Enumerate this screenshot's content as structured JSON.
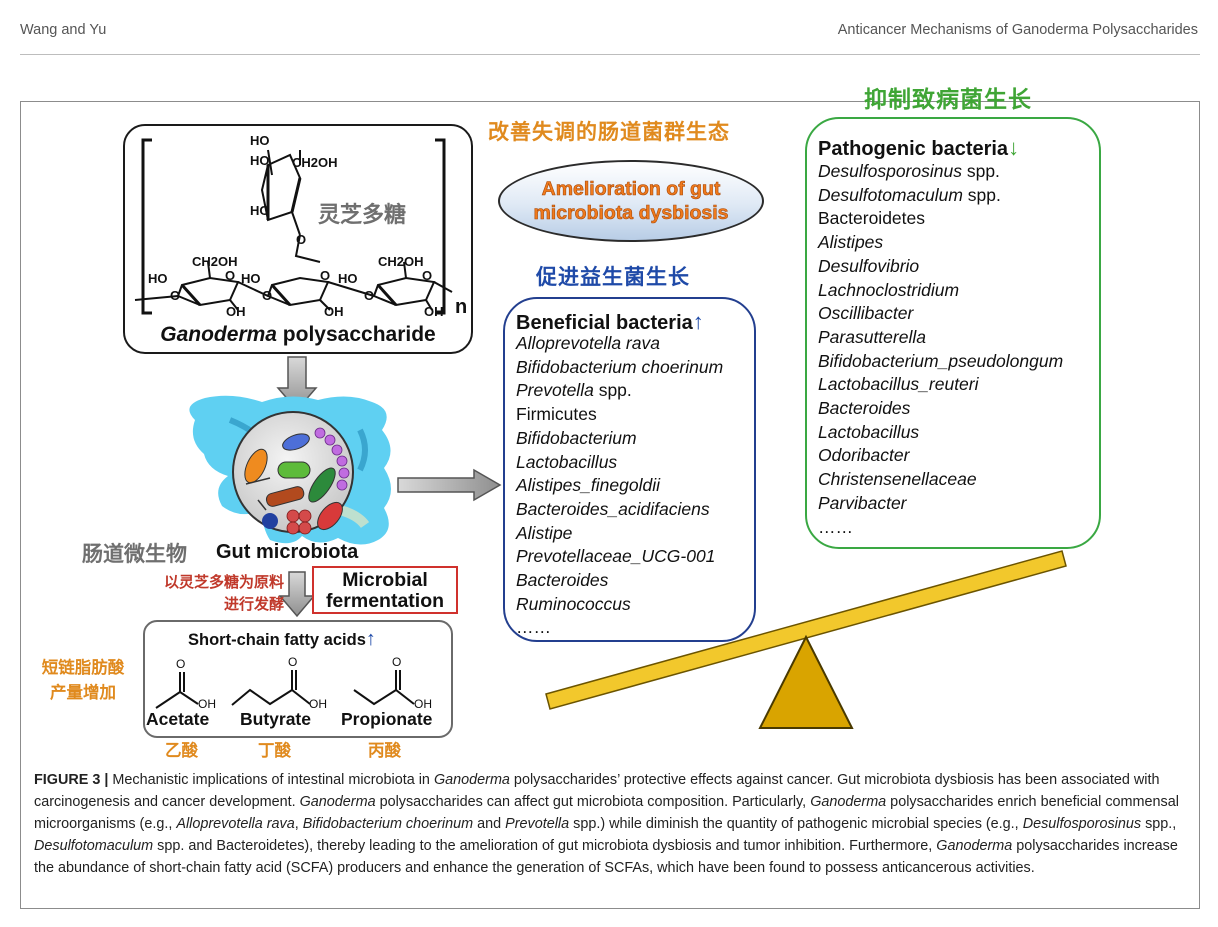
{
  "header": {
    "left": "Wang and Yu",
    "right": "Anticancer Mechanisms of Ganoderma Polysaccharides"
  },
  "figure": {
    "top_center_zh": "改善失调的肠道菌群生态",
    "ellipse_line1": "Amelioration of gut",
    "ellipse_line2": "microbiota dysbiosis",
    "polysaccharide": {
      "zh_label": "灵芝多糖",
      "label_italic": "Ganoderma",
      "label_rest": " polysaccharide",
      "subscript_n": "n",
      "atoms": {
        "ho": "HO",
        "oh": "OH",
        "ch2oh": "CH2OH",
        "o": "O"
      }
    },
    "beneficial": {
      "zh_title": "促进益生菌生长",
      "heading": "Beneficial bacteria",
      "arrow": "↑",
      "items": [
        {
          "text": "Alloprevotella rava",
          "italic": true
        },
        {
          "text": "Bifidobacterium choerinum",
          "italic": true
        },
        {
          "text": "Prevotella",
          "italic": true,
          "suffix": " spp."
        },
        {
          "text": "Firmicutes",
          "italic": false
        },
        {
          "text": "Bifidobacterium",
          "italic": true
        },
        {
          "text": "Lactobacillus",
          "italic": true
        },
        {
          "text": "Alistipes_finegoldii",
          "italic": true
        },
        {
          "text": "Bacteroides_acidifaciens",
          "italic": true
        },
        {
          "text": "Alistipe",
          "italic": true
        },
        {
          "text": "Prevotellaceae_UCG-001",
          "italic": true
        },
        {
          "text": "Bacteroides",
          "italic": true
        },
        {
          "text": "Ruminococcus",
          "italic": true
        },
        {
          "text": "……",
          "italic": false
        }
      ]
    },
    "pathogenic": {
      "zh_title": "抑制致病菌生长",
      "heading": "Pathogenic bacteria",
      "arrow": "↓",
      "items": [
        {
          "text": "Desulfosporosinus",
          "italic": true,
          "suffix": " spp."
        },
        {
          "text": "Desulfotomaculum",
          "italic": true,
          "suffix": " spp."
        },
        {
          "text": "Bacteroidetes",
          "italic": false
        },
        {
          "text": "Alistipes",
          "italic": true
        },
        {
          "text": "Desulfovibrio",
          "italic": true
        },
        {
          "text": "Lachnoclostridium",
          "italic": true
        },
        {
          "text": "Oscillibacter",
          "italic": true
        },
        {
          "text": "Parasutterella",
          "italic": true
        },
        {
          "text": "Bifidobacterium_pseudolongum",
          "italic": true
        },
        {
          "text": "Lactobacillus_reuteri",
          "italic": true
        },
        {
          "text": "Bacteroides",
          "italic": true
        },
        {
          "text": "Lactobacillus",
          "italic": true
        },
        {
          "text": "Odoribacter",
          "italic": true
        },
        {
          "text": "Christensenellaceae",
          "italic": true
        },
        {
          "text": "Parvibacter",
          "italic": true
        },
        {
          "text": "……",
          "italic": false
        }
      ]
    },
    "gut": {
      "zh_label": "肠道微生物",
      "label": "Gut microbiota",
      "ferment_zh_line1": "以灵芝多糖为原料",
      "ferment_zh_line2": "进行发酵",
      "micro_line1": "Microbial",
      "micro_line2": "fermentation"
    },
    "scfa": {
      "title": "Short-chain fatty acids",
      "arrow": "↑",
      "zh_side_line1": "短链脂肪酸",
      "zh_side_line2": "产量增加",
      "o": "O",
      "oh": "OH",
      "acids": [
        {
          "name": "Acetate",
          "zh": "乙酸"
        },
        {
          "name": "Butyrate",
          "zh": "丁酸"
        },
        {
          "name": "Propionate",
          "zh": "丙酸"
        }
      ]
    },
    "colors": {
      "orange": "#e08a1e",
      "blue": "#1f4aa8",
      "green": "#3fa535",
      "red": "#d0312d",
      "gut_cyan": "#5fd0f2",
      "balance_beam": "#f2c82c",
      "balance_triangle": "#d9a400"
    }
  },
  "caption": {
    "label": "FIGURE 3 |",
    "parts": [
      {
        "t": " Mechanistic implications of intestinal microbiota in ",
        "i": false
      },
      {
        "t": "Ganoderma",
        "i": true
      },
      {
        "t": " polysaccharides’ protective effects against cancer. Gut microbiota dysbiosis has been associated with carcinogenesis and cancer development. ",
        "i": false
      },
      {
        "t": "Ganoderma",
        "i": true
      },
      {
        "t": " polysaccharides can affect gut microbiota composition. Particularly, ",
        "i": false
      },
      {
        "t": "Ganoderma",
        "i": true
      },
      {
        "t": " polysaccharides enrich beneficial commensal microorganisms (e.g., ",
        "i": false
      },
      {
        "t": "Alloprevotella rava",
        "i": true
      },
      {
        "t": ", ",
        "i": false
      },
      {
        "t": "Bifidobacterium choerinum",
        "i": true
      },
      {
        "t": " and ",
        "i": false
      },
      {
        "t": "Prevotella",
        "i": true
      },
      {
        "t": " spp.) while diminish the quantity of pathogenic microbial species (e.g., ",
        "i": false
      },
      {
        "t": "Desulfosporosinus",
        "i": true
      },
      {
        "t": " spp., ",
        "i": false
      },
      {
        "t": "Desulfotomaculum",
        "i": true
      },
      {
        "t": " spp. and Bacteroidetes), thereby leading to the amelioration of gut microbiota dysbiosis and tumor inhibition. Furthermore, ",
        "i": false
      },
      {
        "t": "Ganoderma",
        "i": true
      },
      {
        "t": " polysaccharides increase the abundance of short-chain fatty acid (SCFA) producers and enhance the generation of SCFAs, which have been found to possess anticancerous activities.",
        "i": false
      }
    ]
  }
}
